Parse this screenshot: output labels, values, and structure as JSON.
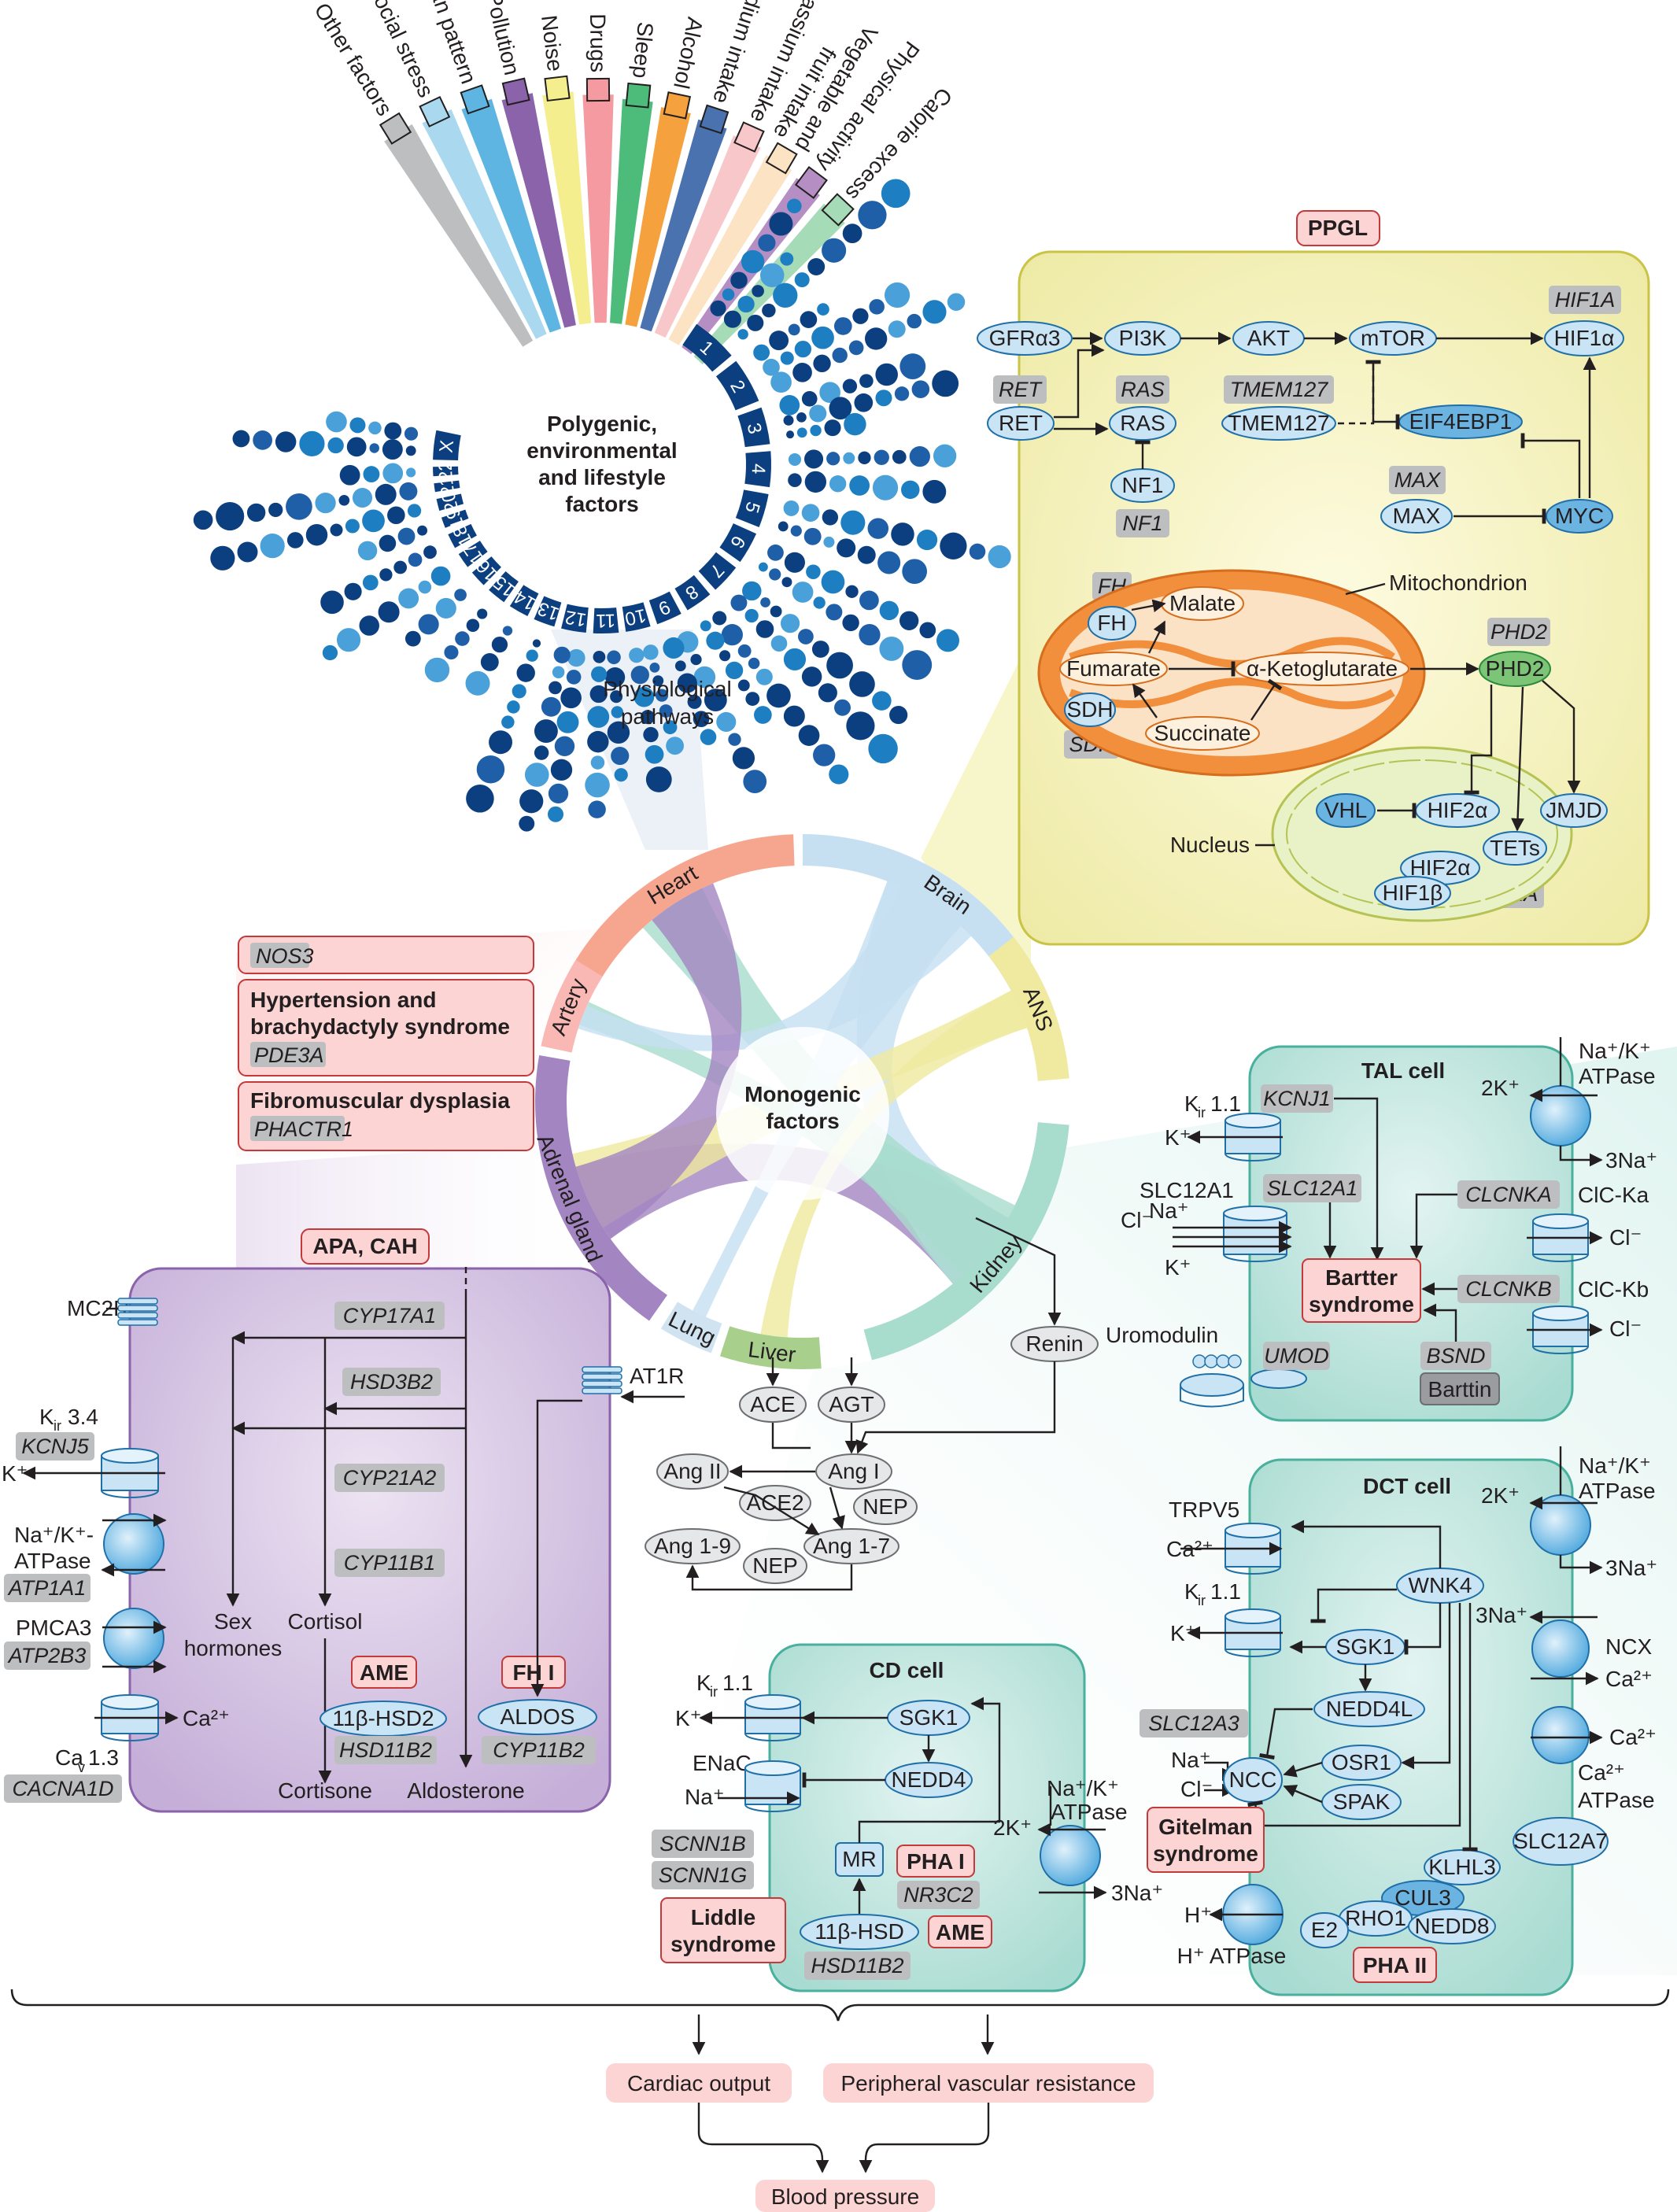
{
  "polygenic": {
    "title_lines": [
      "Polygenic,",
      "environmental",
      "and lifestyle",
      "factors"
    ],
    "factors": [
      {
        "label": "Other factors",
        "color": "#bcbec0"
      },
      {
        "label": "Psychosocial stress",
        "color": "#a9d8ef"
      },
      {
        "label": "Circadian pattern",
        "color": "#5fb5e1"
      },
      {
        "label": "Pollution",
        "color": "#8a63ab"
      },
      {
        "label": "Noise",
        "color": "#f4ee8e"
      },
      {
        "label": "Drugs",
        "color": "#f49aa0"
      },
      {
        "label": "Sleep",
        "color": "#4dbb7a"
      },
      {
        "label": "Alcohol",
        "color": "#f5a13d"
      },
      {
        "label": "Sodium intake",
        "color": "#4a72ae"
      },
      {
        "label": "Potassium intake",
        "color": "#f7c7c9"
      },
      {
        "label": "Vegetable and fruit intake",
        "label_lines": [
          "Vegetable and",
          "fruit intake"
        ],
        "color": "#fbe3c4"
      },
      {
        "label": "Physical activity",
        "color": "#b58fc4"
      },
      {
        "label": "Calorie excess",
        "color": "#a6dbb7"
      }
    ],
    "chromosomes": [
      "1",
      "2",
      "3",
      "4",
      "5",
      "6",
      "7",
      "8",
      "9",
      "10",
      "11",
      "12",
      "13",
      "14",
      "15",
      "16",
      "17",
      "18",
      "19",
      "20",
      "21",
      "22",
      "X"
    ],
    "pathways_label_lines": [
      "Physiological",
      "pathways"
    ]
  },
  "ppgl": {
    "badge": "PPGL",
    "nodes": {
      "gfra3": "GFRα3",
      "pi3k": "PI3K",
      "akt": "AKT",
      "mtor": "mTOR",
      "hif1a_prot": "HIF1α",
      "ret": "RET",
      "ras": "RAS",
      "tmem127": "TMEM127",
      "eif4ebp1": "EIF4EBP1",
      "nf1": "NF1",
      "max": "MAX",
      "myc": "MYC",
      "phd2": "PHD2",
      "fh": "FH",
      "malate": "Malate",
      "fumarate": "Fumarate",
      "akg": "α-Ketoglutarate",
      "sdh": "SDH",
      "succinate": "Succinate",
      "vhl": "VHL",
      "hif2a_prot": "HIF2α",
      "jmjd": "JMJD",
      "tets": "TETs",
      "hif2a_b": "HIF2α",
      "hif1b": "HIF1β"
    },
    "genes": {
      "hif1a": "HIF1A",
      "ret": "RET",
      "ras": "RAS",
      "tmem127": "TMEM127",
      "nf1": "NF1",
      "max": "MAX",
      "fh": "FH",
      "sdh": "SDH",
      "phd2": "PHD2",
      "vhl": "VHL",
      "hif2a": "HIF2A"
    },
    "labels": {
      "mitochondrion": "Mitochondrion",
      "nucleus": "Nucleus"
    }
  },
  "monogenic": {
    "center_lines": [
      "Monogenic",
      "factors"
    ],
    "organs": [
      {
        "label": "Heart",
        "color": "#f6a58f"
      },
      {
        "label": "Brain",
        "color": "#c6e0f1"
      },
      {
        "label": "ANS",
        "color": "#efea9f"
      },
      {
        "label": "Kidney",
        "color": "#a8dccd"
      },
      {
        "label": "Liver",
        "color": "#a9cf8d"
      },
      {
        "label": "Lung",
        "color": "#cfe3f1"
      },
      {
        "label": "Adrenal gland",
        "color": "#a385c2"
      },
      {
        "label": "Artery",
        "color": "#f9b8b4"
      }
    ]
  },
  "artery_panel": {
    "nos3": "NOS3",
    "hbs_lines": [
      "Hypertension and",
      "brachydactyly syndrome"
    ],
    "pde3a": "PDE3A",
    "fmd": "Fibromuscular dysplasia",
    "phactr1": "PHACTR1"
  },
  "raas": {
    "renin": "Renin",
    "ace": "ACE",
    "agt": "AGT",
    "ang2": "Ang II",
    "ang1": "Ang I",
    "ace2": "ACE2",
    "nep": "NEP",
    "ang19": "Ang 1-9",
    "ang17": "Ang 1-7"
  },
  "adrenal": {
    "badge": "APA, CAH",
    "mc2r": "MC2R",
    "at1r": "AT1R",
    "kir34": "K",
    "kir34_sub": "ir",
    "kir34_num": "3.4",
    "kcnj5": "KCNJ5",
    "kplus": "K⁺",
    "naka_lines": [
      "Na⁺/K⁺-",
      "ATPase"
    ],
    "atp1a1": "ATP1A1",
    "pmca3": "PMCA3",
    "atp2b3": "ATP2B3",
    "cav": "Ca",
    "cav_sub": "v",
    "cav_num": "1.3",
    "cacna1d": "CACNA1D",
    "ca2": "Ca²⁺",
    "cyp17a1": "CYP17A1",
    "hsd3b2": "HSD3B2",
    "cyp21a2": "CYP21A2",
    "cyp11b1": "CYP11B1",
    "sex_lines": [
      "Sex",
      "hormones"
    ],
    "cortisol": "Cortisol",
    "cortisone": "Cortisone",
    "aldosterone": "Aldosterone",
    "ame": "AME",
    "hsd2": "11β-HSD2",
    "hsd11b2": "HSD11B2",
    "fh1": "FH I",
    "aldos": "ALDOS",
    "cyp11b2": "CYP11B2"
  },
  "tal": {
    "title": "TAL cell",
    "kir": "K",
    "kir_sub": "ir",
    "kir_num": "1.1",
    "kcnj1": "KCNJ1",
    "kplus": "K⁺",
    "slc12a1": "SLC12A1",
    "slc12a1_gene": "SLC12A1",
    "cl": "Cl⁻",
    "na": "Na⁺",
    "k": "K⁺",
    "clcnka": "CLCNKA",
    "clcka": "ClC-Ka",
    "clcnkb": "CLCNKB",
    "clckb": "ClC-Kb",
    "cl2": "Cl⁻",
    "cl3": "Cl⁻",
    "bartter_lines": [
      "Bartter",
      "syndrome"
    ],
    "umod_label": "Uromodulin",
    "umod": "UMOD",
    "bsnd": "BSND",
    "barttin": "Barttin",
    "naka_lines": [
      "Na⁺/K⁺",
      "ATPase"
    ],
    "twok": "2K⁺",
    "threena": "3Na⁺"
  },
  "dct": {
    "title": "DCT cell",
    "trpv5": "TRPV5",
    "ca": "Ca²⁺",
    "kir": "K",
    "kir_sub": "ir",
    "kir_num": "1.1",
    "kplus": "K⁺",
    "wnk4": "WNK4",
    "sgk1": "SGK1",
    "nedd4l": "NEDD4L",
    "slc12a3": "SLC12A3",
    "na": "Na⁺",
    "cl": "Cl⁻",
    "ncc": "NCC",
    "osr1": "OSR1",
    "spak": "SPAK",
    "gitelman_lines": [
      "Gitelman",
      "syndrome"
    ],
    "klhl3": "KLHL3",
    "cul3": "CUL3",
    "rho1": "RHO1",
    "nedd8": "NEDD8",
    "e2": "E2",
    "pha2": "PHA II",
    "h": "H⁺",
    "hatp": "H⁺ ATPase",
    "threena_in": "3Na⁺",
    "ncx": "NCX",
    "ca_out": "Ca²⁺",
    "ca2b": "Ca²⁺",
    "ca_atpase_lines": [
      "Ca²⁺",
      "ATPase"
    ],
    "slc12a7": "SLC12A7",
    "naka_lines": [
      "Na⁺/K⁺",
      "ATPase"
    ],
    "twok": "2K⁺",
    "threena": "3Na⁺"
  },
  "cd": {
    "title": "CD cell",
    "kir": "K",
    "kir_sub": "ir",
    "kir_num": "1.1",
    "kplus": "K⁺",
    "sgk1": "SGK1",
    "enac": "ENaC",
    "na": "Na⁺",
    "nedd4": "NEDD4",
    "scnn1b": "SCNN1B",
    "scnn1g": "SCNN1G",
    "mr": "MR",
    "pha1": "PHA I",
    "nr3c2": "NR3C2",
    "liddle_lines": [
      "Liddle",
      "syndrome"
    ],
    "hsd": "11β-HSD",
    "ame": "AME",
    "hsd11b2": "HSD11B2",
    "naka_lines": [
      "Na⁺/K⁺",
      "ATPase"
    ],
    "twok": "2K⁺",
    "threena": "3Na⁺"
  },
  "outcomes": {
    "cardiac_output": "Cardiac output",
    "pvr": "Peripheral vascular resistance",
    "bp": "Blood pressure"
  }
}
